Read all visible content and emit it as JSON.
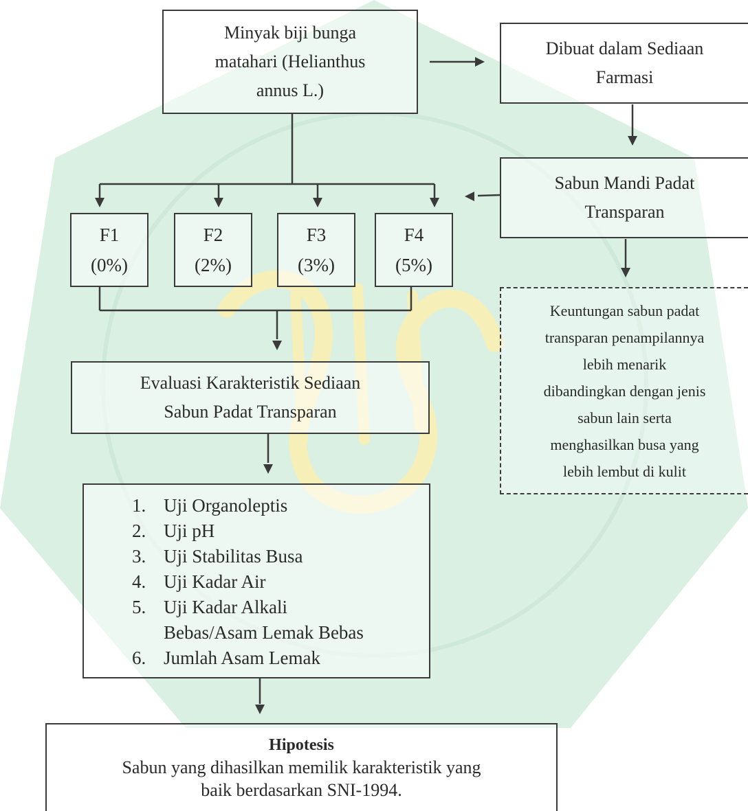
{
  "nodes": {
    "source": {
      "lines": [
        "Minyak biji bunga",
        "matahari (Helianthus",
        "annus L.)"
      ]
    },
    "pharma": {
      "lines": [
        "Dibuat dalam Sediaan",
        "Farmasi"
      ]
    },
    "soap": {
      "lines": [
        "Sabun Mandi Padat",
        "Transparan"
      ]
    },
    "advantage": {
      "lines": [
        "Keuntungan sabun padat",
        "transparan penampilannya",
        "lebih menarik",
        "dibandingkan dengan jenis",
        "sabun lain serta",
        "menghasilkan busa yang",
        "lebih lembut di kulit"
      ]
    },
    "formulas": [
      {
        "name": "F1",
        "pct": "(0%)"
      },
      {
        "name": "F2",
        "pct": "(2%)"
      },
      {
        "name": "F3",
        "pct": "(3%)"
      },
      {
        "name": "F4",
        "pct": "(5%)"
      }
    ],
    "evaluation": {
      "lines": [
        "Evaluasi Karakteristik Sediaan",
        "Sabun Padat Transparan"
      ]
    },
    "tests": [
      {
        "num": "1.",
        "text": "Uji Organoleptis"
      },
      {
        "num": "2.",
        "text": "Uji pH"
      },
      {
        "num": "3.",
        "text": "Uji Stabilitas Busa"
      },
      {
        "num": "4.",
        "text": "Uji Kadar Air"
      },
      {
        "num": "5.",
        "text": "Uji Kadar Alkali"
      },
      {
        "num": "",
        "text": "Bebas/Asam Lemak Bebas"
      },
      {
        "num": "6.",
        "text": "Jumlah Asam Lemak"
      }
    ],
    "hypothesis": {
      "title": "Hipotesis",
      "lines": [
        "Sabun yang dihasilkan memilik karakteristik yang",
        "baik berdasarkan SNI-1994."
      ]
    }
  },
  "colors": {
    "line": "#3a3a3a",
    "text": "#2a2a2a",
    "watermark_green": "#d5eee0",
    "watermark_gold": "#f6efb8"
  }
}
